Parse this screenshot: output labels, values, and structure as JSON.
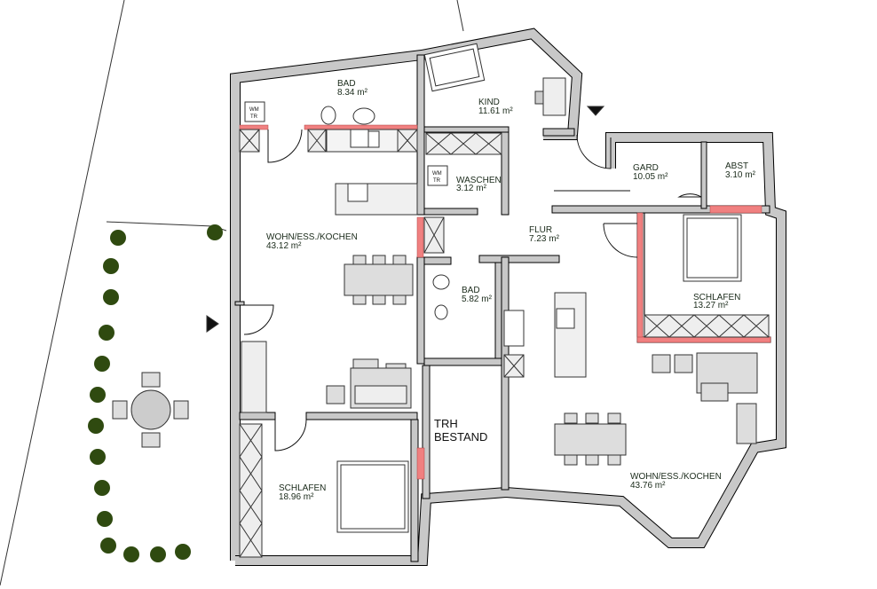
{
  "plan": {
    "rooms": [
      {
        "id": "bad-1",
        "name": "BAD",
        "area": "8.34 m²"
      },
      {
        "id": "kind",
        "name": "KIND",
        "area": "11.61 m²"
      },
      {
        "id": "waschen",
        "name": "WASCHEN",
        "area": "3.12 m²"
      },
      {
        "id": "wohnen-1",
        "name": "WOHN/ESS./KOCHEN",
        "area": "43.12 m²"
      },
      {
        "id": "flur",
        "name": "FLUR",
        "area": "7.23 m²"
      },
      {
        "id": "gard",
        "name": "GARD",
        "area": "10.05 m²"
      },
      {
        "id": "abst",
        "name": "ABST",
        "area": "3.10 m²"
      },
      {
        "id": "schlafen-2",
        "name": "SCHLAFEN",
        "area": "13.27 m²"
      },
      {
        "id": "bad-2",
        "name": "BAD",
        "area": "5.82 m²"
      },
      {
        "id": "schlafen-1",
        "name": "SCHLAFEN",
        "area": "18.96 m²"
      },
      {
        "id": "wohnen-2",
        "name": "WOHN/ESS./KOCHEN",
        "area": "43.76 m²"
      }
    ],
    "stair": {
      "line1": "TRH",
      "line2": "BESTAND"
    },
    "appliance_label": {
      "line1": "WM",
      "line2": "TR"
    },
    "colors": {
      "wall": "#c8c8c8",
      "highlight": "#f08080",
      "outline": "#000000",
      "plant": "#2f4a10"
    }
  }
}
